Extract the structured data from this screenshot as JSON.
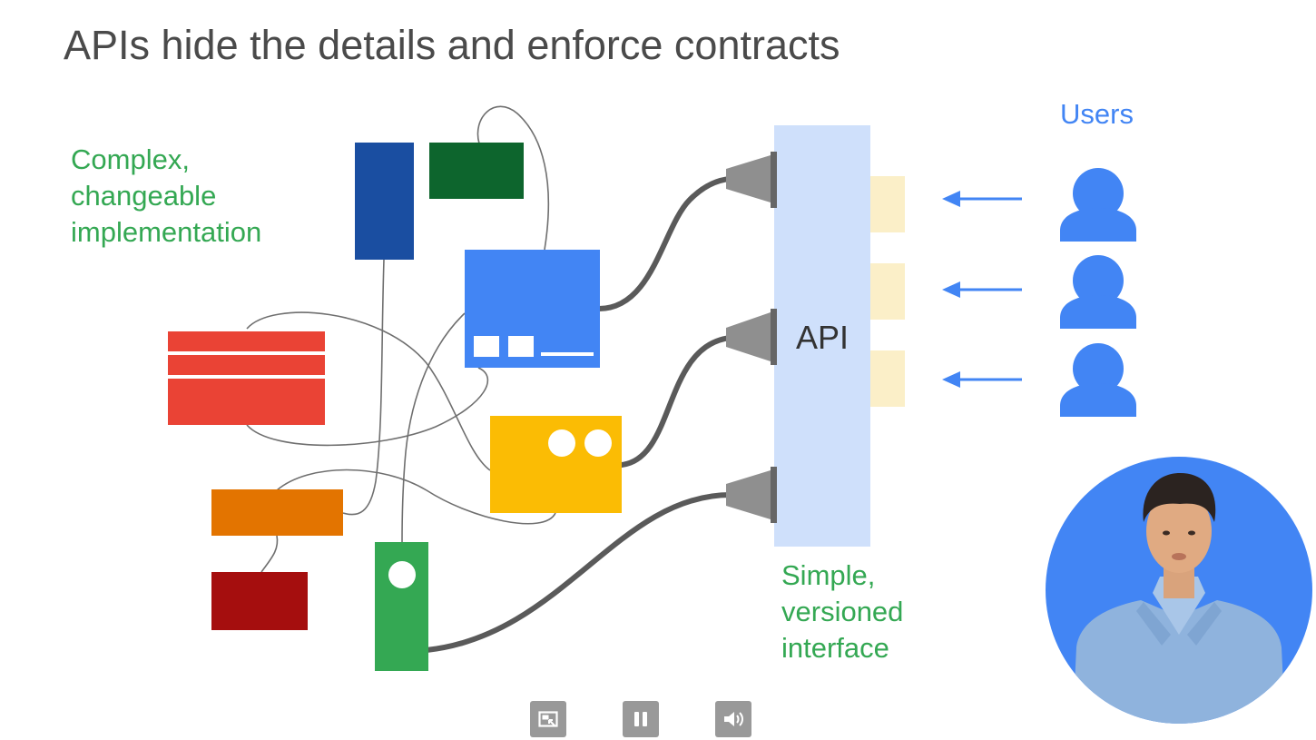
{
  "slide": {
    "title": "APIs hide the details and enforce contracts",
    "implementation_label": [
      "Complex,",
      "changeable",
      "implementation"
    ],
    "api_label": "API",
    "interface_label": [
      "Simple,",
      "versioned",
      "interface"
    ],
    "users_label": "Users"
  },
  "colors": {
    "title": "#4a4a4a",
    "green": "#34a853",
    "blue": "#4285f4",
    "api_panel": "#cfe0fb",
    "port": "#fbefc8",
    "connector": "#8f8f8f"
  },
  "icons": {
    "users": [
      "person-icon",
      "person-icon",
      "person-icon"
    ],
    "arrows": [
      "arrow-left-icon",
      "arrow-left-icon",
      "arrow-left-icon"
    ]
  },
  "controls": {
    "picture_in_picture": "picture-in-picture-icon",
    "pause": "pause-icon",
    "volume": "volume-icon"
  }
}
